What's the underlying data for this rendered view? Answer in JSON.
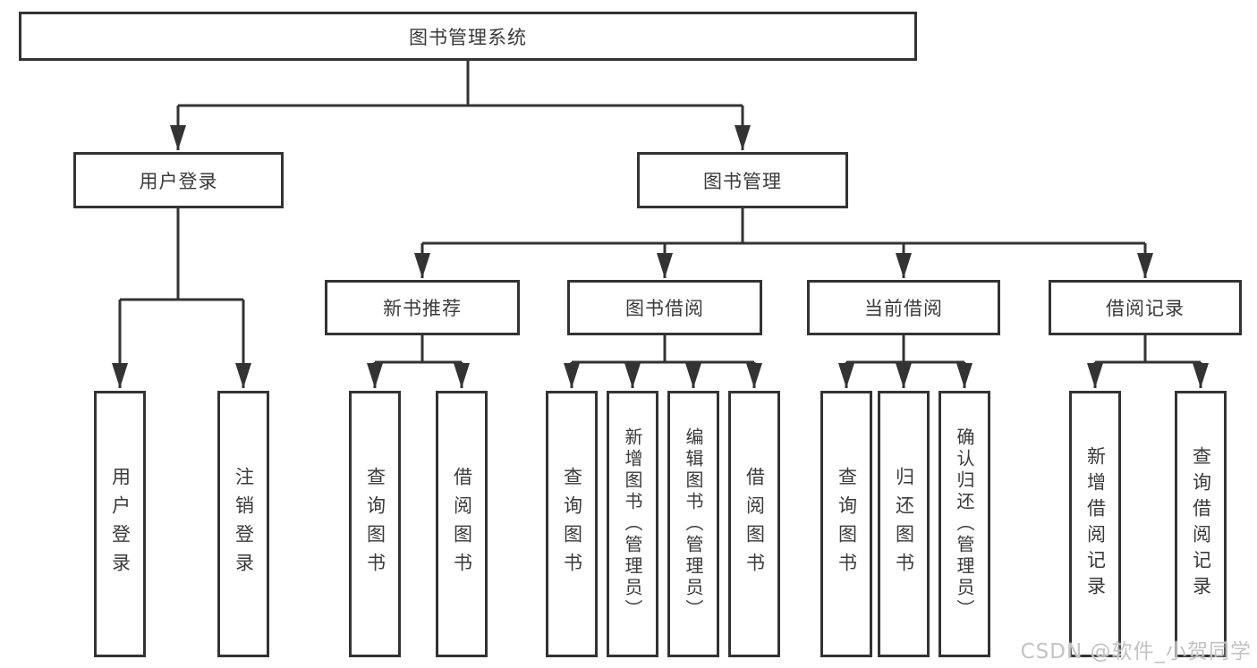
{
  "diagram": {
    "root": {
      "label": "图书管理系统"
    },
    "branches": [
      {
        "label": "用户登录",
        "children": [
          {
            "label": "用户登录"
          },
          {
            "label": "注销登录"
          }
        ]
      },
      {
        "label": "图书管理",
        "children": [
          {
            "label": "新书推荐",
            "children": [
              {
                "label": "查询图书"
              },
              {
                "label": "借阅图书"
              }
            ]
          },
          {
            "label": "图书借阅",
            "children": [
              {
                "label": "查询图书"
              },
              {
                "label": "新增图书（管理员）"
              },
              {
                "label": "编辑图书（管理员）"
              },
              {
                "label": "借阅图书"
              }
            ]
          },
          {
            "label": "当前借阅",
            "children": [
              {
                "label": "查询图书"
              },
              {
                "label": "归还图书"
              },
              {
                "label": "确认归还（管理员）"
              }
            ]
          },
          {
            "label": "借阅记录",
            "children": [
              {
                "label": "新增借阅记录"
              },
              {
                "label": "查询借阅记录"
              }
            ]
          }
        ]
      }
    ]
  },
  "watermark": {
    "text": "CSDN @软件_小贺同学"
  },
  "colors": {
    "line": "#333333",
    "text": "#3a3a3a",
    "box_background": "#ffffff",
    "background": "#ffffff",
    "watermark": "#c3c3c3"
  }
}
